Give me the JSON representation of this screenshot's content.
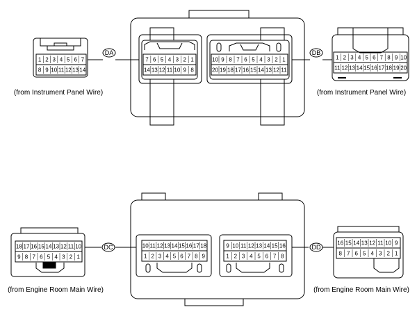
{
  "connectors": {
    "DA": {
      "tag": "DA",
      "caption": "(from Instrument Panel Wire)",
      "plug_row1": [
        "1",
        "2",
        "3",
        "4",
        "5",
        "6",
        "7"
      ],
      "plug_row2": [
        "8",
        "9",
        "10",
        "11",
        "12",
        "13",
        "14"
      ],
      "socket_row1": [
        "7",
        "6",
        "5",
        "4",
        "3",
        "2",
        "1"
      ],
      "socket_row2": [
        "14",
        "13",
        "12",
        "11",
        "10",
        "9",
        "8"
      ]
    },
    "DB": {
      "tag": "DB",
      "caption": "(from Instrument Panel Wire)",
      "plug_row1": [
        "1",
        "2",
        "3",
        "4",
        "5",
        "6",
        "7",
        "8",
        "9",
        "10"
      ],
      "plug_row2": [
        "11",
        "12",
        "13",
        "14",
        "15",
        "16",
        "17",
        "18",
        "19",
        "20"
      ],
      "socket_row1": [
        "10",
        "9",
        "8",
        "7",
        "6",
        "5",
        "4",
        "3",
        "2",
        "1"
      ],
      "socket_row2": [
        "20",
        "19",
        "18",
        "17",
        "16",
        "15",
        "14",
        "13",
        "12",
        "11"
      ]
    },
    "DC": {
      "tag": "DC",
      "caption": "(from Engine Room Main Wire)",
      "plug_row1": [
        "18",
        "17",
        "16",
        "15",
        "14",
        "13",
        "12",
        "11",
        "10"
      ],
      "plug_row2": [
        "9",
        "8",
        "7",
        "6",
        "5",
        "4",
        "3",
        "2",
        "1"
      ],
      "socket_row1": [
        "10",
        "11",
        "12",
        "13",
        "14",
        "15",
        "16",
        "17",
        "18"
      ],
      "socket_row2": [
        "1",
        "2",
        "3",
        "4",
        "5",
        "6",
        "7",
        "8",
        "9"
      ]
    },
    "DD": {
      "tag": "DD",
      "caption": "(from Engine Room Main Wire)",
      "plug_row1": [
        "16",
        "15",
        "14",
        "13",
        "12",
        "11",
        "10",
        "9"
      ],
      "plug_row2": [
        "8",
        "7",
        "6",
        "5",
        "4",
        "3",
        "2",
        "1"
      ],
      "socket_row1": [
        "9",
        "10",
        "11",
        "12",
        "13",
        "14",
        "15",
        "16"
      ],
      "socket_row2": [
        "1",
        "2",
        "3",
        "4",
        "5",
        "6",
        "7",
        "8"
      ]
    }
  },
  "colors": {
    "line": "#000000",
    "background": "#ffffff"
  }
}
